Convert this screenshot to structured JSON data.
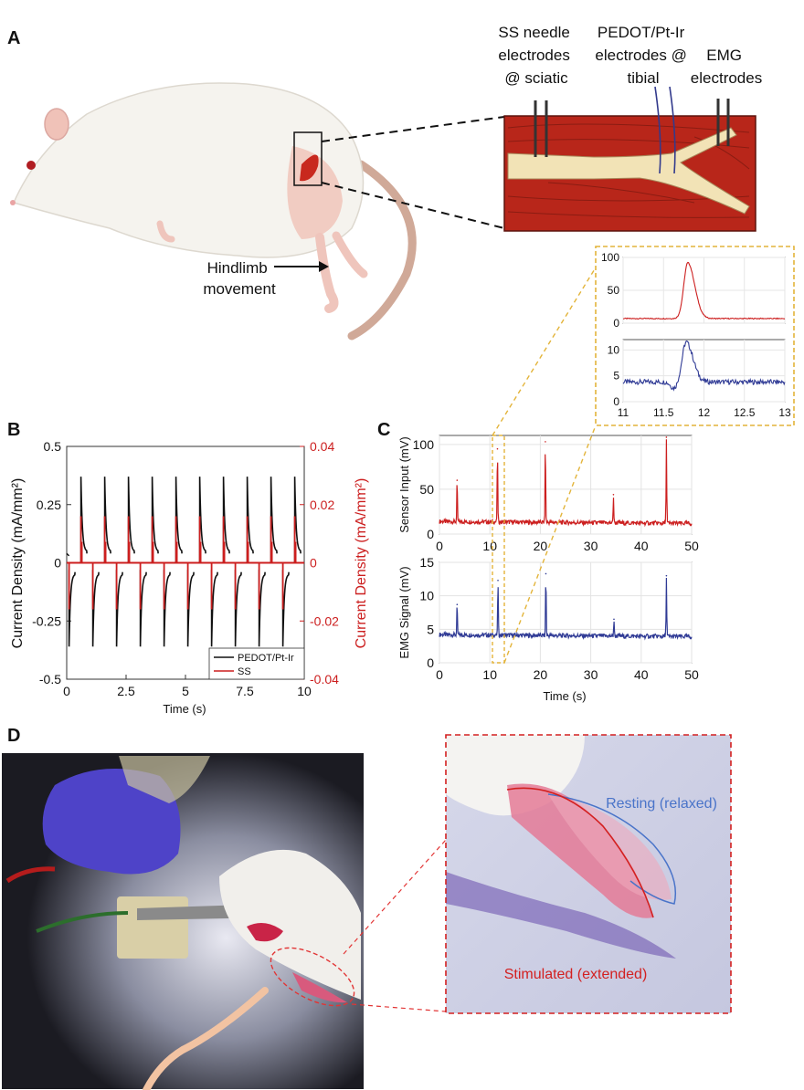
{
  "panels": {
    "a": {
      "label": "A",
      "ss_needle": [
        "SS needle",
        "electrodes",
        "@ sciatic"
      ],
      "pedot": [
        "PEDOT/Pt-Ir",
        "electrodes @",
        "tibial"
      ],
      "emg": [
        "EMG",
        "electrodes"
      ],
      "hindlimb": [
        "Hindlimb",
        "movement"
      ]
    },
    "b": {
      "label": "B"
    },
    "c": {
      "label": "C"
    },
    "d": {
      "label": "D",
      "resting": "Resting (relaxed)",
      "stimulated": "Stimulated (extended)"
    }
  },
  "colors": {
    "red": "#cc1f1f",
    "blue": "#2f3a95",
    "black": "#111111",
    "gold": "#e3b43a",
    "annot_blue": "#4a74c9",
    "annot_red": "#d32020"
  },
  "chart_data": [
    {
      "id": "B",
      "type": "line",
      "xlabel": "Time (s)",
      "ylabel": "Current Density (mA/mm²)",
      "y2label": "Current Density (mA/mm²)",
      "xlim": [
        0,
        10
      ],
      "ylim": [
        -0.5,
        0.5
      ],
      "y2lim": [
        -0.04,
        0.04
      ],
      "xticks": [
        "0",
        "2.5",
        "5",
        "7.5",
        "10"
      ],
      "yticks": [
        "0.5",
        "0.25",
        "0",
        "-0.25",
        "-0.5"
      ],
      "y2ticks": [
        "0.04",
        "0.02",
        "0",
        "-0.02",
        "-0.04"
      ],
      "legend_position": "bottom-right",
      "pulse_onsets_s": [
        0.6,
        1.6,
        2.6,
        3.6,
        4.6,
        5.6,
        6.6,
        7.6,
        8.6,
        9.6
      ],
      "series": [
        {
          "name": "PEDOT/Pt-Ir",
          "axis": "left",
          "peak": 0.37,
          "trough": -0.36
        },
        {
          "name": "SS",
          "axis": "right",
          "peak": 0.016,
          "trough": -0.016
        }
      ]
    },
    {
      "id": "C-top",
      "type": "line",
      "ylabel": "Sensor Input (mV)",
      "xlim": [
        0,
        50
      ],
      "ylim": [
        0,
        110
      ],
      "xticks": [
        "0",
        "10",
        "20",
        "30",
        "40",
        "50"
      ],
      "yticks": [
        "100",
        "50",
        "0"
      ],
      "baseline": 14,
      "spikes": [
        {
          "x": 3.5,
          "y": 60
        },
        {
          "x": 11.5,
          "y": 95
        },
        {
          "x": 21.0,
          "y": 103
        },
        {
          "x": 34.5,
          "y": 44
        },
        {
          "x": 45.0,
          "y": 108
        }
      ]
    },
    {
      "id": "C-bottom",
      "type": "line",
      "xlabel": "Time (s)",
      "ylabel": "EMG Signal (mV)",
      "xlim": [
        0,
        50
      ],
      "ylim": [
        0,
        15
      ],
      "xticks": [
        "0",
        "10",
        "20",
        "30",
        "40",
        "50"
      ],
      "yticks": [
        "15",
        "10",
        "5",
        "0"
      ],
      "baseline": 4.2,
      "spikes": [
        {
          "x": 3.5,
          "y": 8.7
        },
        {
          "x": 11.6,
          "y": 12.3
        },
        {
          "x": 21.1,
          "y": 13.3
        },
        {
          "x": 34.6,
          "y": 6.5
        },
        {
          "x": 45.0,
          "y": 13.0
        }
      ]
    },
    {
      "id": "C-inset-top",
      "type": "line",
      "xlim": [
        11,
        13
      ],
      "ylim": [
        0,
        100
      ],
      "yticks": [
        "100",
        "50",
        "0"
      ],
      "peak": {
        "x": 11.8,
        "y": 92
      },
      "baseline": 7
    },
    {
      "id": "C-inset-bottom",
      "type": "line",
      "xlim": [
        11,
        13
      ],
      "ylim": [
        0,
        12
      ],
      "xticks": [
        "11",
        "11.5",
        "12",
        "12.5",
        "13"
      ],
      "yticks": [
        "10",
        "5",
        "0"
      ],
      "peak": {
        "x": 11.78,
        "y": 11.5
      },
      "baseline": 3.8
    }
  ]
}
